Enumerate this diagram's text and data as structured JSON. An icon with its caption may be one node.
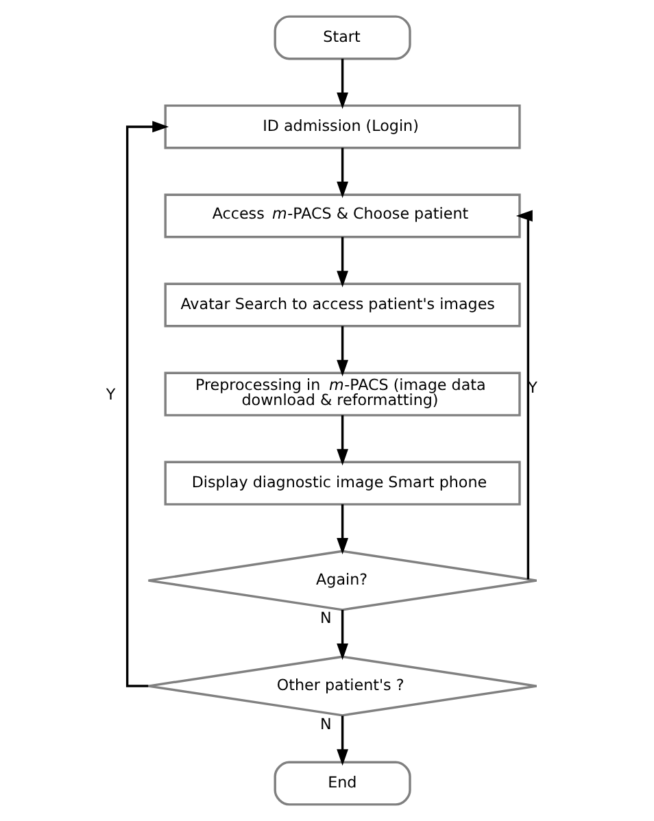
{
  "diagram": {
    "nodes": [
      {
        "text": [
          "Start"
        ]
      },
      {
        "text": [
          "ID admission (Login)"
        ]
      },
      {
        "text": [
          "Access *m*-PACS & Choose patient"
        ]
      },
      {
        "text": [
          "Avatar Search to access patient's images"
        ]
      },
      {
        "text": [
          "Preprocessing in *m*-PACS (image data download & reformatting)"
        ]
      },
      {
        "text": [
          "Display diagnostic image Smart phone"
        ]
      },
      {
        "text": [
          "Again?"
        ]
      },
      {
        "text": [
          "Other patient's ?"
        ]
      },
      {
        "text": [
          "End"
        ]
      }
    ],
    "edges": [
      {
        "from": 0,
        "to": 1,
        "arrow": "to"
      },
      {
        "from": 1,
        "to": 2,
        "arrow": "to"
      },
      {
        "from": 2,
        "to": 3,
        "arrow": "to"
      },
      {
        "from": 3,
        "to": 4,
        "arrow": "to"
      },
      {
        "from": 4,
        "to": 5,
        "arrow": "to"
      },
      {
        "from": 5,
        "to": 6,
        "arrow": "to"
      },
      {
        "from": 6,
        "to": 7,
        "arrow": "to",
        "label": "N"
      },
      {
        "from": 6,
        "to": 2,
        "arrow": "to",
        "label": "Y"
      },
      {
        "from": 7,
        "to": 8,
        "arrow": "to",
        "label": "N"
      },
      {
        "from": 7,
        "to": 1,
        "arrow": "to",
        "label": "Y"
      }
    ]
  }
}
